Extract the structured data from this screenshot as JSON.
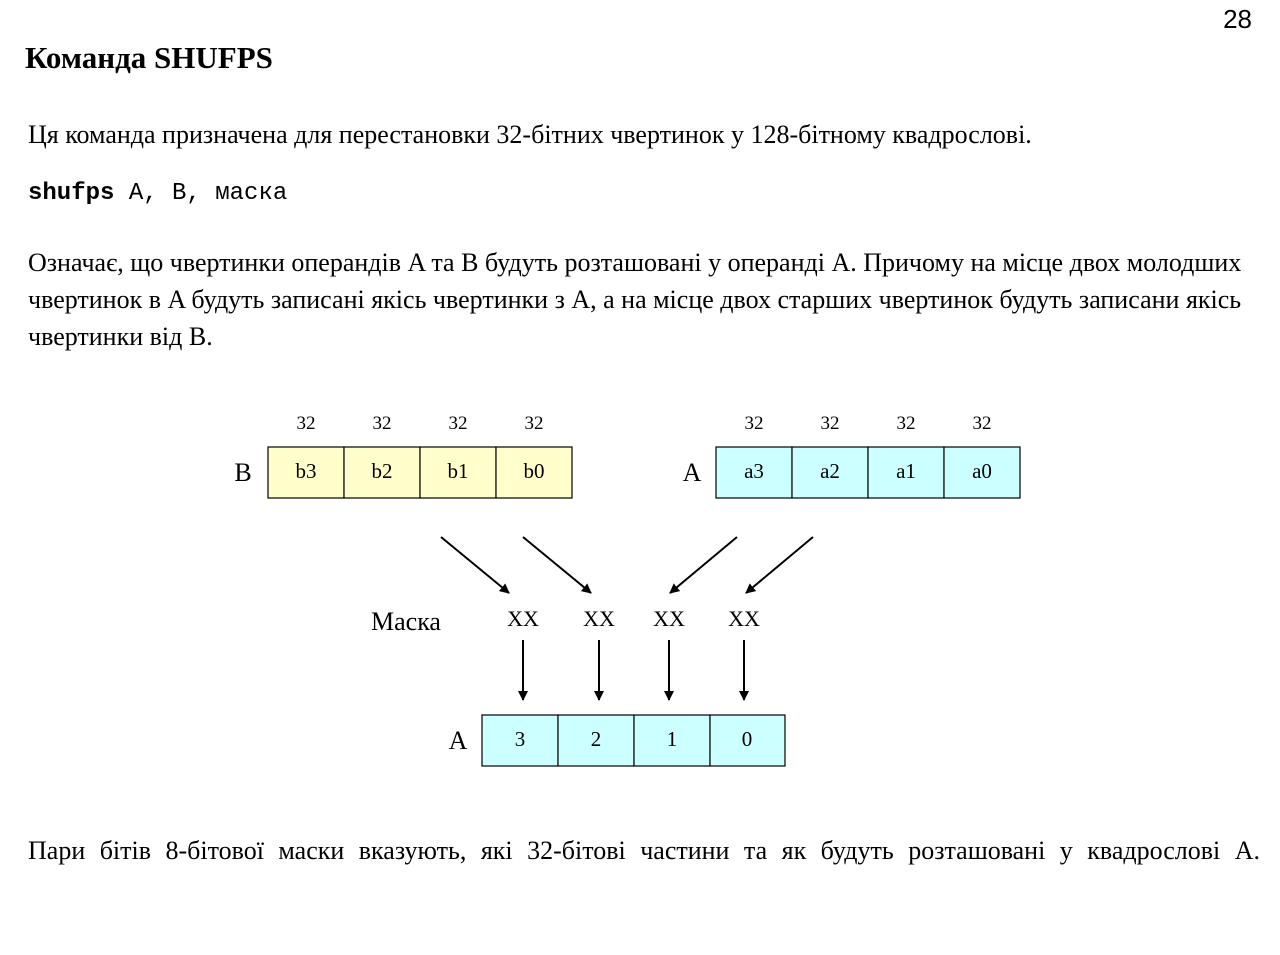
{
  "page_number": "28",
  "title": "Команда SHUFPS",
  "intro": "Ця команда призначена для перестановки 32-бітних чвертинок у 128-бітному квадрослові.",
  "code": {
    "mnemonic": "shufps",
    "operands": " A, B, маска"
  },
  "explanation": "Означає, що чвертинки операндів A та B будуть розташовані у операнді A. Причому на місце двох молодших чвертинок в A будуть записані якісь чвертинки з A, а на місце двох старших чвертинок будуть записани якісь чвертинки від B.",
  "diagram": {
    "colors": {
      "b_fill": "#ffffcc",
      "a_fill": "#ccffff",
      "stroke": "#000000"
    },
    "register_b": {
      "label": "B",
      "bits": [
        "32",
        "32",
        "32",
        "32"
      ],
      "cells": [
        "b3",
        "b2",
        "b1",
        "b0"
      ]
    },
    "register_a": {
      "label": "A",
      "bits": [
        "32",
        "32",
        "32",
        "32"
      ],
      "cells": [
        "a3",
        "a2",
        "a1",
        "a0"
      ]
    },
    "mask": {
      "label": "Маска",
      "fields": [
        "XX",
        "XX",
        "XX",
        "XX"
      ]
    },
    "result": {
      "label": "A",
      "cells": [
        "3",
        "2",
        "1",
        "0"
      ]
    }
  },
  "footer": "Пари бітів 8-бітової маски вказують, які 32-бітові частини та як будуть розташовані у квадрослові A."
}
